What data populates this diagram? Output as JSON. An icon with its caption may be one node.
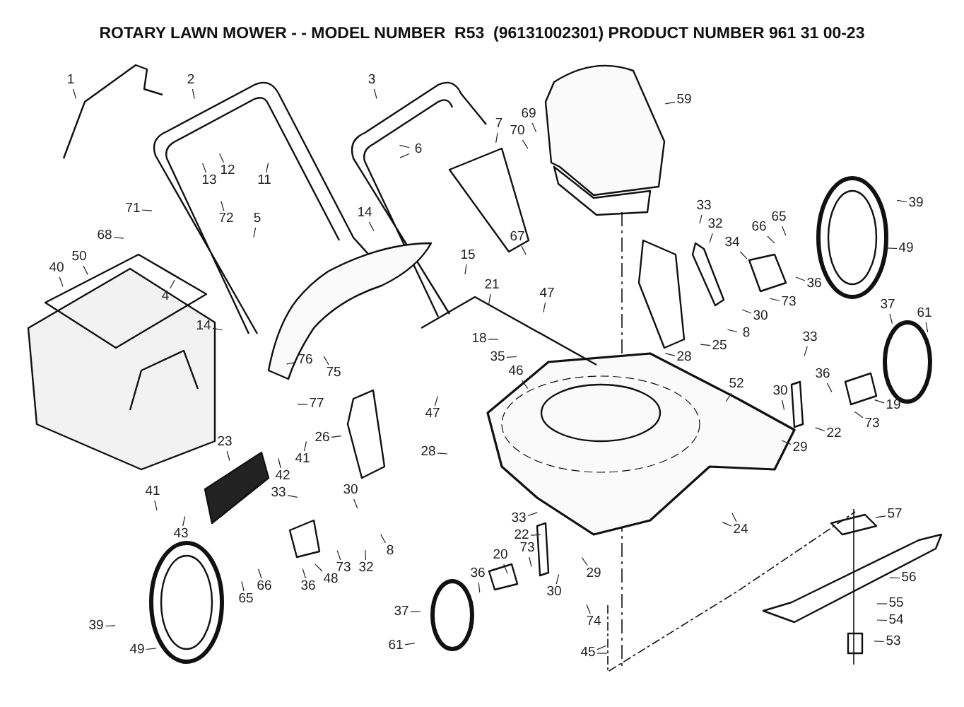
{
  "diagram": {
    "title": "ROTARY LAWN MOWER - - MODEL NUMBER  R53  (96131002301) PRODUCT NUMBER 961 31 00-23",
    "nodes": [
      {
        "text": [
          "1"
        ]
      },
      {
        "text": [
          "2"
        ]
      },
      {
        "text": [
          "3"
        ]
      },
      {
        "text": [
          "59"
        ]
      },
      {
        "text": [
          "69"
        ]
      },
      {
        "text": [
          "70"
        ]
      },
      {
        "text": [
          "7"
        ]
      },
      {
        "text": [
          "6"
        ]
      },
      {
        "text": [
          "12"
        ]
      },
      {
        "text": [
          "13"
        ]
      },
      {
        "text": [
          "11"
        ]
      },
      {
        "text": [
          "71"
        ]
      },
      {
        "text": [
          "72"
        ]
      },
      {
        "text": [
          "68"
        ]
      },
      {
        "text": [
          "5"
        ]
      },
      {
        "text": [
          "14"
        ]
      },
      {
        "text": [
          "33"
        ]
      },
      {
        "text": [
          "32"
        ]
      },
      {
        "text": [
          "65"
        ]
      },
      {
        "text": [
          "66"
        ]
      },
      {
        "text": [
          "39"
        ]
      },
      {
        "text": [
          "34"
        ]
      },
      {
        "text": [
          "49"
        ]
      },
      {
        "text": [
          "36"
        ]
      },
      {
        "text": [
          "67"
        ]
      },
      {
        "text": [
          "15"
        ]
      },
      {
        "text": [
          "40"
        ]
      },
      {
        "text": [
          "50"
        ]
      },
      {
        "text": [
          "4"
        ]
      },
      {
        "text": [
          "21"
        ]
      },
      {
        "text": [
          "47"
        ]
      },
      {
        "text": [
          "73"
        ]
      },
      {
        "text": [
          "30"
        ]
      },
      {
        "text": [
          "14"
        ]
      },
      {
        "text": [
          "18"
        ]
      },
      {
        "text": [
          "8"
        ]
      },
      {
        "text": [
          "37"
        ]
      },
      {
        "text": [
          "61"
        ]
      },
      {
        "text": [
          "25"
        ]
      },
      {
        "text": [
          "35"
        ]
      },
      {
        "text": [
          "28"
        ]
      },
      {
        "text": [
          "46"
        ]
      },
      {
        "text": [
          "33"
        ]
      },
      {
        "text": [
          "36"
        ]
      },
      {
        "text": [
          "76"
        ]
      },
      {
        "text": [
          "75"
        ]
      },
      {
        "text": [
          "19"
        ]
      },
      {
        "text": [
          "73"
        ]
      },
      {
        "text": [
          "22"
        ]
      },
      {
        "text": [
          "30"
        ]
      },
      {
        "text": [
          "29"
        ]
      },
      {
        "text": [
          "52"
        ]
      },
      {
        "text": [
          "77"
        ]
      },
      {
        "text": [
          "47"
        ]
      },
      {
        "text": [
          "26"
        ]
      },
      {
        "text": [
          "28"
        ]
      },
      {
        "text": [
          "41"
        ]
      },
      {
        "text": [
          "42"
        ]
      },
      {
        "text": [
          "23"
        ]
      },
      {
        "text": [
          "33"
        ]
      },
      {
        "text": [
          "30"
        ]
      },
      {
        "text": [
          "41"
        ]
      },
      {
        "text": [
          "43"
        ]
      },
      {
        "text": [
          "8"
        ]
      },
      {
        "text": [
          "73"
        ]
      },
      {
        "text": [
          "32"
        ]
      },
      {
        "text": [
          "48"
        ]
      },
      {
        "text": [
          "36"
        ]
      },
      {
        "text": [
          "65"
        ]
      },
      {
        "text": [
          "66"
        ]
      },
      {
        "text": [
          "39"
        ]
      },
      {
        "text": [
          "49"
        ]
      },
      {
        "text": [
          "33"
        ]
      },
      {
        "text": [
          "22"
        ]
      },
      {
        "text": [
          "20"
        ]
      },
      {
        "text": [
          "73"
        ]
      },
      {
        "text": [
          "30"
        ]
      },
      {
        "text": [
          "29"
        ]
      },
      {
        "text": [
          "24"
        ]
      },
      {
        "text": [
          "36"
        ]
      },
      {
        "text": [
          "37"
        ]
      },
      {
        "text": [
          "61"
        ]
      },
      {
        "text": [
          "74"
        ]
      },
      {
        "text": [
          "45"
        ]
      },
      {
        "text": [
          "57"
        ]
      },
      {
        "text": [
          "56"
        ]
      },
      {
        "text": [
          "55"
        ]
      },
      {
        "text": [
          "54"
        ]
      },
      {
        "text": [
          "53"
        ]
      }
    ],
    "edges": [
      {
        "from": 0,
        "to": null,
        "arrow": "none"
      },
      {
        "from": 1,
        "to": null,
        "arrow": "none"
      },
      {
        "from": 2,
        "to": null,
        "arrow": "none"
      },
      {
        "from": 3,
        "to": null,
        "arrow": "none"
      },
      {
        "from": 4,
        "to": null,
        "arrow": "none"
      },
      {
        "from": 5,
        "to": null,
        "arrow": "none"
      },
      {
        "from": 6,
        "to": null,
        "arrow": "none"
      },
      {
        "from": 7,
        "to": null,
        "arrow": "none"
      },
      {
        "from": 7,
        "to": null,
        "arrow": "none"
      },
      {
        "from": 8,
        "to": null,
        "arrow": "none"
      },
      {
        "from": 9,
        "to": null,
        "arrow": "none"
      },
      {
        "from": 10,
        "to": null,
        "arrow": "none"
      },
      {
        "from": 11,
        "to": null,
        "arrow": "none"
      },
      {
        "from": 12,
        "to": null,
        "arrow": "none"
      },
      {
        "from": 13,
        "to": null,
        "arrow": "none"
      },
      {
        "from": 14,
        "to": null,
        "arrow": "none"
      },
      {
        "from": 15,
        "to": null,
        "arrow": "none"
      },
      {
        "from": 16,
        "to": null,
        "arrow": "none"
      },
      {
        "from": 17,
        "to": null,
        "arrow": "none"
      },
      {
        "from": 18,
        "to": null,
        "arrow": "none"
      },
      {
        "from": 19,
        "to": null,
        "arrow": "none"
      },
      {
        "from": 20,
        "to": null,
        "arrow": "none"
      },
      {
        "from": 21,
        "to": null,
        "arrow": "none"
      },
      {
        "from": 22,
        "to": null,
        "arrow": "none"
      },
      {
        "from": 23,
        "to": null,
        "arrow": "none"
      },
      {
        "from": 24,
        "to": null,
        "arrow": "none"
      },
      {
        "from": 25,
        "to": null,
        "arrow": "none"
      },
      {
        "from": 26,
        "to": null,
        "arrow": "none"
      },
      {
        "from": 27,
        "to": null,
        "arrow": "none"
      },
      {
        "from": 28,
        "to": null,
        "arrow": "none"
      },
      {
        "from": 29,
        "to": null,
        "arrow": "none"
      },
      {
        "from": 30,
        "to": null,
        "arrow": "none"
      },
      {
        "from": 31,
        "to": null,
        "arrow": "none"
      },
      {
        "from": 32,
        "to": null,
        "arrow": "none"
      },
      {
        "from": 33,
        "to": null,
        "arrow": "none"
      },
      {
        "from": 34,
        "to": null,
        "arrow": "none"
      },
      {
        "from": 35,
        "to": null,
        "arrow": "none"
      },
      {
        "from": 36,
        "to": null,
        "arrow": "none"
      },
      {
        "from": 37,
        "to": null,
        "arrow": "none"
      },
      {
        "from": 38,
        "to": null,
        "arrow": "none"
      },
      {
        "from": 39,
        "to": null,
        "arrow": "none"
      },
      {
        "from": 40,
        "to": null,
        "arrow": "none"
      },
      {
        "from": 41,
        "to": null,
        "arrow": "none"
      },
      {
        "from": 42,
        "to": null,
        "arrow": "none"
      },
      {
        "from": 43,
        "to": null,
        "arrow": "none"
      },
      {
        "from": 44,
        "to": null,
        "arrow": "none"
      },
      {
        "from": 45,
        "to": null,
        "arrow": "none"
      },
      {
        "from": 46,
        "to": null,
        "arrow": "none"
      },
      {
        "from": 47,
        "to": null,
        "arrow": "none"
      },
      {
        "from": 48,
        "to": null,
        "arrow": "none"
      },
      {
        "from": 49,
        "to": null,
        "arrow": "none"
      },
      {
        "from": 50,
        "to": null,
        "arrow": "none"
      },
      {
        "from": 51,
        "to": null,
        "arrow": "none"
      },
      {
        "from": 52,
        "to": null,
        "arrow": "none"
      },
      {
        "from": 53,
        "to": null,
        "arrow": "none"
      },
      {
        "from": 54,
        "to": null,
        "arrow": "none"
      },
      {
        "from": 55,
        "to": null,
        "arrow": "none"
      },
      {
        "from": 56,
        "to": null,
        "arrow": "none"
      },
      {
        "from": 57,
        "to": null,
        "arrow": "none"
      },
      {
        "from": 58,
        "to": null,
        "arrow": "none"
      },
      {
        "from": 59,
        "to": null,
        "arrow": "none"
      },
      {
        "from": 60,
        "to": null,
        "arrow": "none"
      },
      {
        "from": 61,
        "to": null,
        "arrow": "none"
      },
      {
        "from": 62,
        "to": null,
        "arrow": "none"
      },
      {
        "from": 63,
        "to": null,
        "arrow": "none"
      },
      {
        "from": 64,
        "to": null,
        "arrow": "none"
      },
      {
        "from": 65,
        "to": null,
        "arrow": "none"
      },
      {
        "from": 66,
        "to": null,
        "arrow": "none"
      },
      {
        "from": 67,
        "to": null,
        "arrow": "none"
      },
      {
        "from": 68,
        "to": null,
        "arrow": "none"
      },
      {
        "from": 69,
        "to": null,
        "arrow": "none"
      },
      {
        "from": 70,
        "to": null,
        "arrow": "none"
      },
      {
        "from": 71,
        "to": null,
        "arrow": "none"
      },
      {
        "from": 72,
        "to": null,
        "arrow": "none"
      },
      {
        "from": 73,
        "to": null,
        "arrow": "none"
      },
      {
        "from": 74,
        "to": null,
        "arrow": "none"
      },
      {
        "from": 75,
        "to": null,
        "arrow": "none"
      },
      {
        "from": 76,
        "to": null,
        "arrow": "none"
      },
      {
        "from": 77,
        "to": null,
        "arrow": "none"
      },
      {
        "from": 78,
        "to": null,
        "arrow": "none"
      },
      {
        "from": 78,
        "to": null,
        "arrow": "none"
      },
      {
        "from": 79,
        "to": null,
        "arrow": "none"
      },
      {
        "from": 80,
        "to": null,
        "arrow": "none"
      },
      {
        "from": 81,
        "to": null,
        "arrow": "none"
      },
      {
        "from": 82,
        "to": null,
        "arrow": "none"
      },
      {
        "from": 83,
        "to": null,
        "arrow": "none"
      },
      {
        "from": 83,
        "to": null,
        "arrow": "none"
      },
      {
        "from": 84,
        "to": null,
        "arrow": "none"
      },
      {
        "from": 85,
        "to": null,
        "arrow": "none"
      },
      {
        "from": 86,
        "to": null,
        "arrow": "none"
      },
      {
        "from": 87,
        "to": null,
        "arrow": "none"
      },
      {
        "from": 88,
        "to": null,
        "arrow": "none"
      }
    ]
  }
}
